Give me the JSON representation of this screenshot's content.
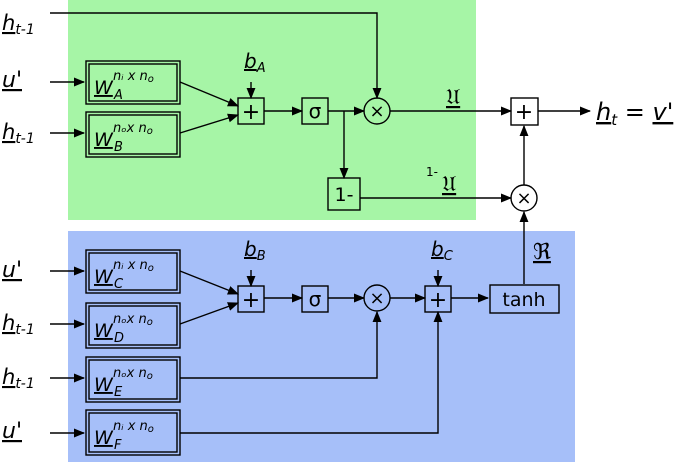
{
  "colors": {
    "top_region": "#a6f5a6",
    "bottom_region": "#a6bff9",
    "stroke": "#000000"
  },
  "inputs": {
    "h_top": "h",
    "h_top_sub": "t-1",
    "u_a": "u'",
    "h_b": "h",
    "h_b_sub": "t-1",
    "u_c": "u'",
    "h_d": "h",
    "h_d_sub": "t-1",
    "h_e": "h",
    "h_e_sub": "t-1",
    "u_f": "u'"
  },
  "weights": {
    "W": "W",
    "a_sup": "nᵢ x n",
    "a_sup_sub": "o",
    "a_sub": "A",
    "b_sup": "nₒx n",
    "b_sup_sub": "o",
    "b_sub": "B",
    "c_sup": "nᵢ x n",
    "c_sup_sub": "o",
    "c_sub": "C",
    "d_sup": "nₒx n",
    "d_sup_sub": "o",
    "d_sub": "D",
    "e_sup": "nₒx n",
    "e_sup_sub": "o",
    "e_sub": "E",
    "f_sup": "nᵢ x n",
    "f_sup_sub": "o",
    "f_sub": "F"
  },
  "biases": {
    "b": "b",
    "a_sub": "A",
    "b_sub": "B",
    "c_sub": "C"
  },
  "ops": {
    "plus": "+",
    "sigma": "σ",
    "times": "×",
    "one_minus": "1-",
    "tanh": "tanh"
  },
  "signals": {
    "u_gate": "𝔘",
    "one_minus_u_prefix": "1-",
    "one_minus_u": "𝔘",
    "r_gate": "ℜ",
    "out_h": "h",
    "out_h_sub": "t",
    "out_eq": " = ",
    "out_v": "v'"
  }
}
